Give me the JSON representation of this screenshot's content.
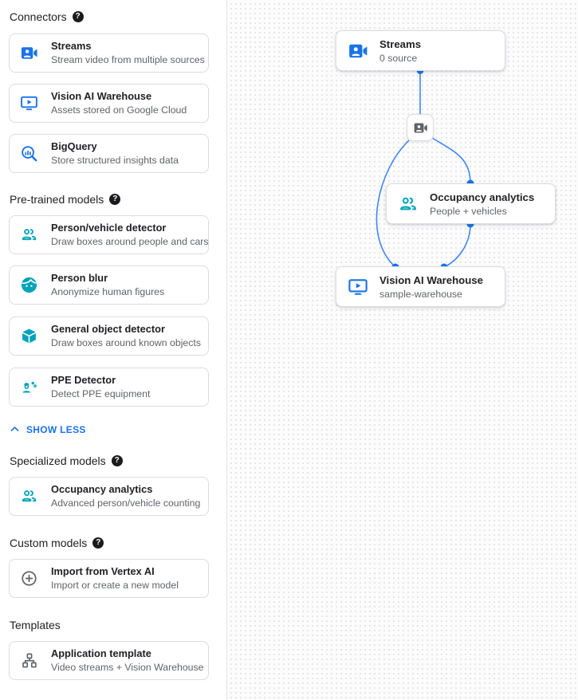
{
  "colors": {
    "accent_blue": "#1a73e8",
    "edge_blue": "#4285f4",
    "model_teal": "#00a3b8",
    "icon_gray": "#5f6368",
    "card_border": "#dadce0"
  },
  "icons": {
    "help_glyph": "?",
    "streams": "video-camera-icon",
    "warehouse": "monitor-play-icon",
    "bigquery": "magnifier-chart-icon",
    "people": "two-people-icon",
    "face": "face-icon",
    "cube": "cube-icon",
    "ppe": "worker-helmet-icon",
    "import": "circled-plus-icon",
    "template": "tree-diagram-icon",
    "chevron_up": "chevron-up-icon"
  },
  "sidebar": {
    "show_less_label": "SHOW LESS",
    "sections": [
      {
        "heading": "Connectors",
        "items": [
          {
            "title": "Streams",
            "subtitle": "Stream video from multiple sources"
          },
          {
            "title": "Vision AI Warehouse",
            "subtitle": "Assets stored on Google Cloud"
          },
          {
            "title": "BigQuery",
            "subtitle": "Store structured insights data"
          }
        ]
      },
      {
        "heading": "Pre-trained models",
        "items": [
          {
            "title": "Person/vehicle detector",
            "subtitle": "Draw boxes around people and cars"
          },
          {
            "title": "Person blur",
            "subtitle": "Anonymize human figures"
          },
          {
            "title": "General object detector",
            "subtitle": "Draw boxes around known objects"
          },
          {
            "title": "PPE Detector",
            "subtitle": "Detect PPE equipment"
          }
        ]
      },
      {
        "heading": "Specialized models",
        "items": [
          {
            "title": "Occupancy analytics",
            "subtitle": "Advanced person/vehicle counting"
          }
        ]
      },
      {
        "heading": "Custom models",
        "items": [
          {
            "title": "Import from Vertex AI",
            "subtitle": "Import or create a new model"
          }
        ]
      },
      {
        "heading": "Templates",
        "items": [
          {
            "title": "Application template",
            "subtitle": "Video streams + Vision Warehouse"
          }
        ]
      }
    ]
  },
  "canvas": {
    "nodes": {
      "streams": {
        "title": "Streams",
        "subtitle": "0 source"
      },
      "occupancy": {
        "title": "Occupancy analytics",
        "subtitle": "People + vehicles"
      },
      "warehouse": {
        "title": "Vision AI Warehouse",
        "subtitle": "sample-warehouse"
      }
    }
  }
}
